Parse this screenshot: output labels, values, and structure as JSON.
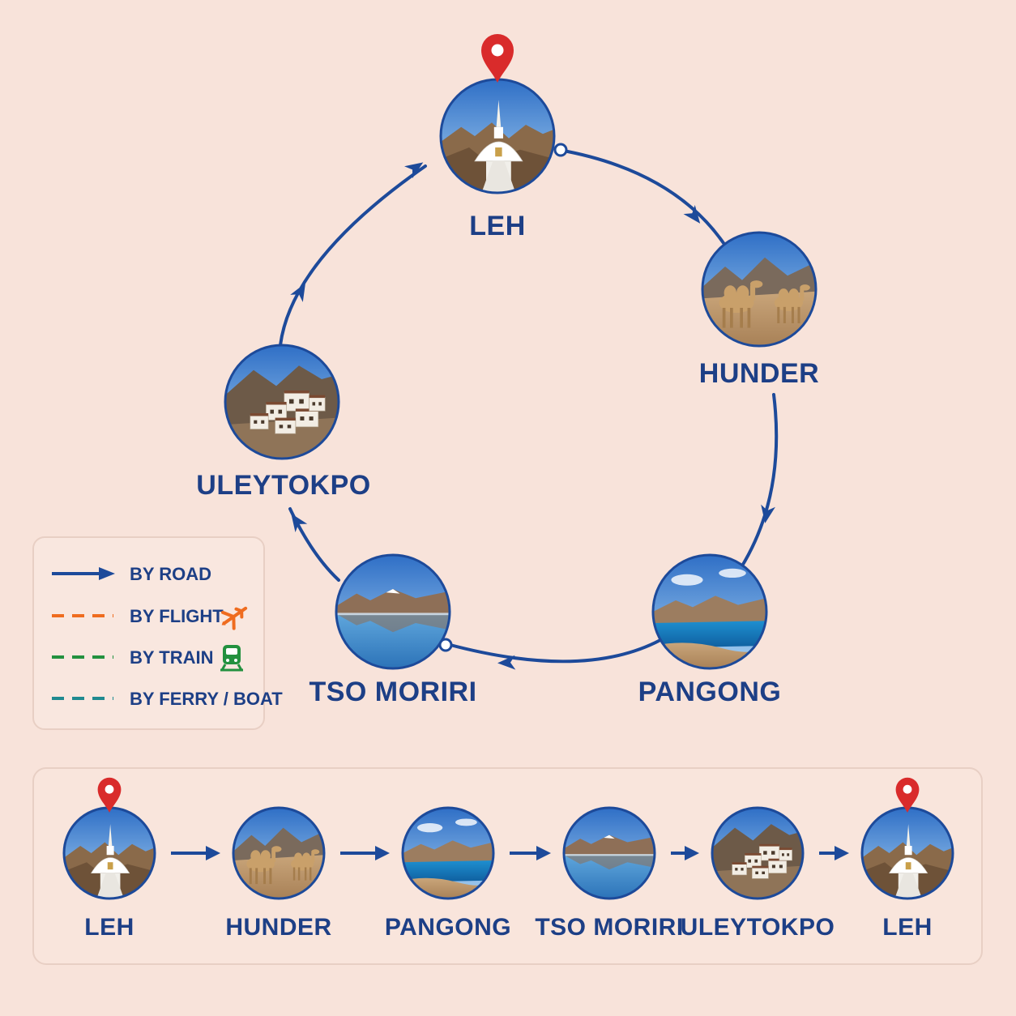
{
  "cycle": {
    "stops": [
      {
        "name": "LEH",
        "scene": "stupa",
        "start": true
      },
      {
        "name": "HUNDER",
        "scene": "camels",
        "start": false
      },
      {
        "name": "PANGONG",
        "scene": "lake",
        "start": false
      },
      {
        "name": "TSO MORIRI",
        "scene": "reflection",
        "start": false
      },
      {
        "name": "ULEYTOKPO",
        "scene": "village",
        "start": false
      }
    ]
  },
  "legend": {
    "items": [
      {
        "label": "BY ROAD",
        "style": "solid-arrow",
        "color": "#1d4a9a",
        "icon": ""
      },
      {
        "label": "BY FLIGHT",
        "style": "dashed",
        "color": "#ef6c1f",
        "icon": "airplane-icon"
      },
      {
        "label": "BY TRAIN",
        "style": "dashed",
        "color": "#23913f",
        "icon": "train-icon"
      },
      {
        "label": "BY FERRY / BOAT",
        "style": "dashed",
        "color": "#1f8a90",
        "icon": ""
      }
    ]
  },
  "strip": {
    "stops": [
      {
        "name": "LEH",
        "scene": "stupa",
        "pin": true
      },
      {
        "name": "HUNDER",
        "scene": "camels",
        "pin": false
      },
      {
        "name": "PANGONG",
        "scene": "lake",
        "pin": false
      },
      {
        "name": "TSO MORIRI",
        "scene": "reflection",
        "pin": false
      },
      {
        "name": "ULEYTOKPO",
        "scene": "village",
        "pin": false
      },
      {
        "name": "LEH",
        "scene": "stupa",
        "pin": true
      }
    ]
  },
  "colors": {
    "background": "#f8e3da",
    "route": "#1d4a9a",
    "label": "#1d3f86",
    "pin": "#d92b2b",
    "panel_border": "#e8cfc4"
  }
}
